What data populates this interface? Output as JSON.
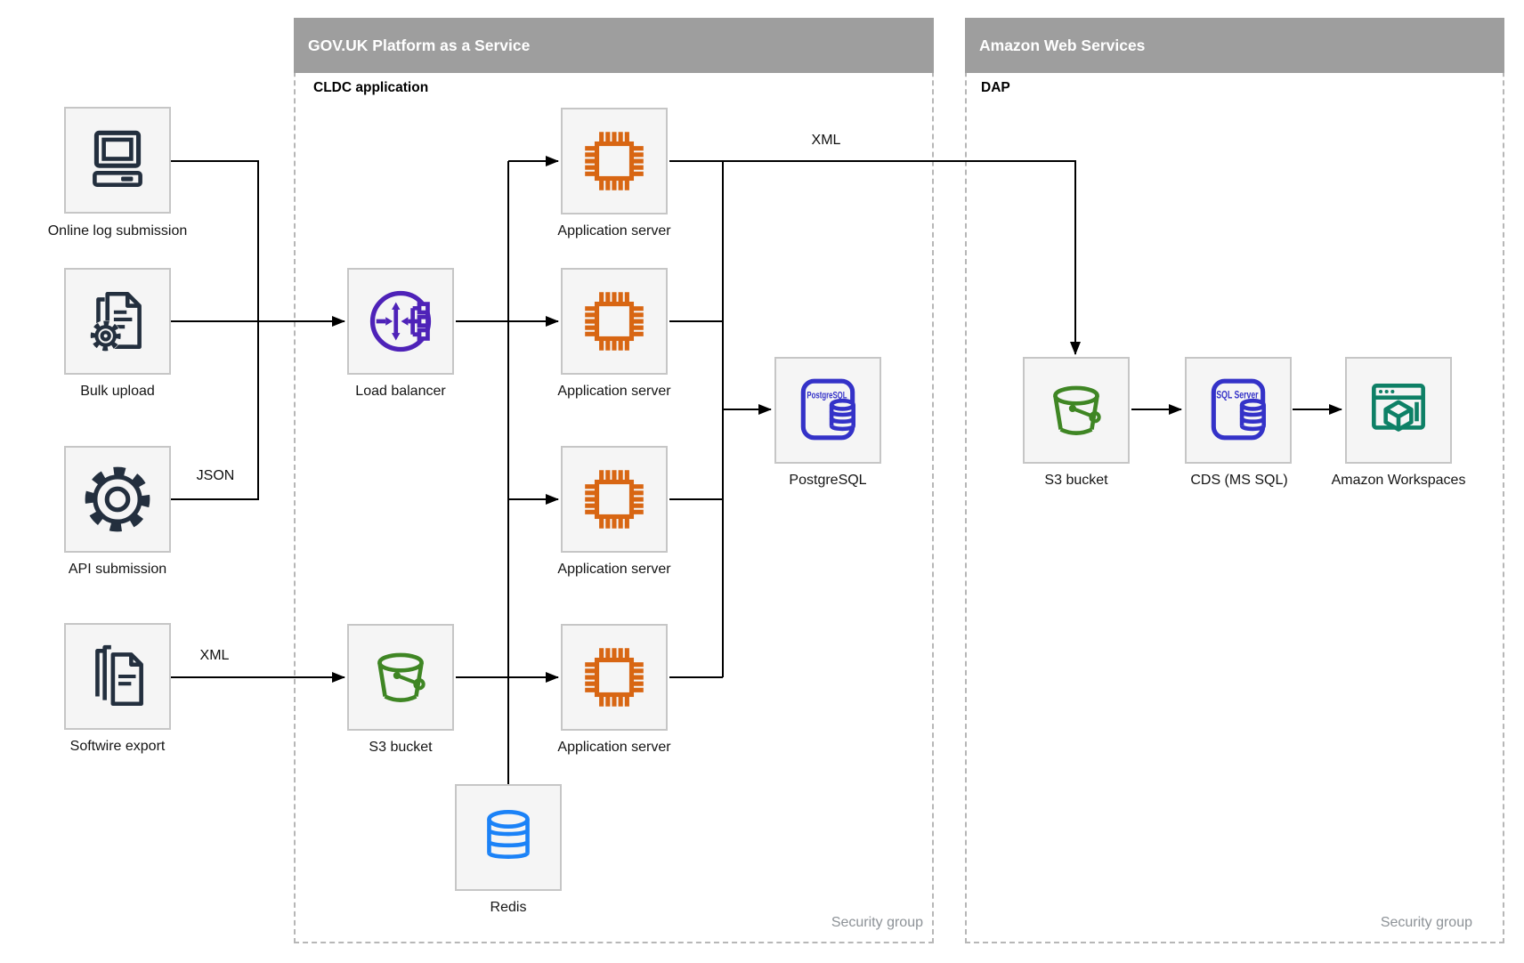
{
  "diagram": {
    "containers": {
      "paas": {
        "title": "GOV.UK Platform as a Service",
        "sublabel": "CLDC application",
        "footer": "Security group"
      },
      "aws": {
        "title": "Amazon Web Services",
        "sublabel": "DAP",
        "footer": "Security group"
      }
    },
    "nodes": {
      "online_log": {
        "label": "Online log submission",
        "icon": "computer-icon"
      },
      "bulk_upload": {
        "label": "Bulk upload",
        "icon": "document-gear-icon"
      },
      "api_submission": {
        "label": "API submission",
        "icon": "gear-icon"
      },
      "softwire_export": {
        "label": "Softwire export",
        "icon": "documents-stack-icon"
      },
      "load_balancer": {
        "label": "Load balancer",
        "icon": "load-balancer-icon"
      },
      "s3_paas": {
        "label": "S3 bucket",
        "icon": "s3-bucket-icon"
      },
      "app_server_1": {
        "label": "Application server",
        "icon": "chip-icon"
      },
      "app_server_2": {
        "label": "Application server",
        "icon": "chip-icon"
      },
      "app_server_3": {
        "label": "Application server",
        "icon": "chip-icon"
      },
      "app_server_4": {
        "label": "Application server",
        "icon": "chip-icon"
      },
      "redis": {
        "label": "Redis",
        "icon": "redis-database-icon"
      },
      "postgresql": {
        "label": "PostgreSQL",
        "icon": "postgresql-icon",
        "icon_text": "PostgreSQL"
      },
      "s3_aws": {
        "label": "S3 bucket",
        "icon": "s3-bucket-icon"
      },
      "cds": {
        "label": "CDS (MS SQL)",
        "icon": "sql-server-icon",
        "icon_text": "SQL Server"
      },
      "workspaces": {
        "label": "Amazon Workspaces",
        "icon": "workspaces-icon"
      }
    },
    "edge_labels": {
      "json": "JSON",
      "xml_softwire": "XML",
      "xml_app_to_aws": "XML"
    },
    "colors": {
      "header_bg": "#9e9e9e",
      "navy": "#232f3e",
      "orange": "#d86613",
      "purple": "#4e22b8",
      "green": "#3f8624",
      "blue": "#1b82f7",
      "indigo": "#3432c8",
      "teal": "#0e8066"
    }
  }
}
